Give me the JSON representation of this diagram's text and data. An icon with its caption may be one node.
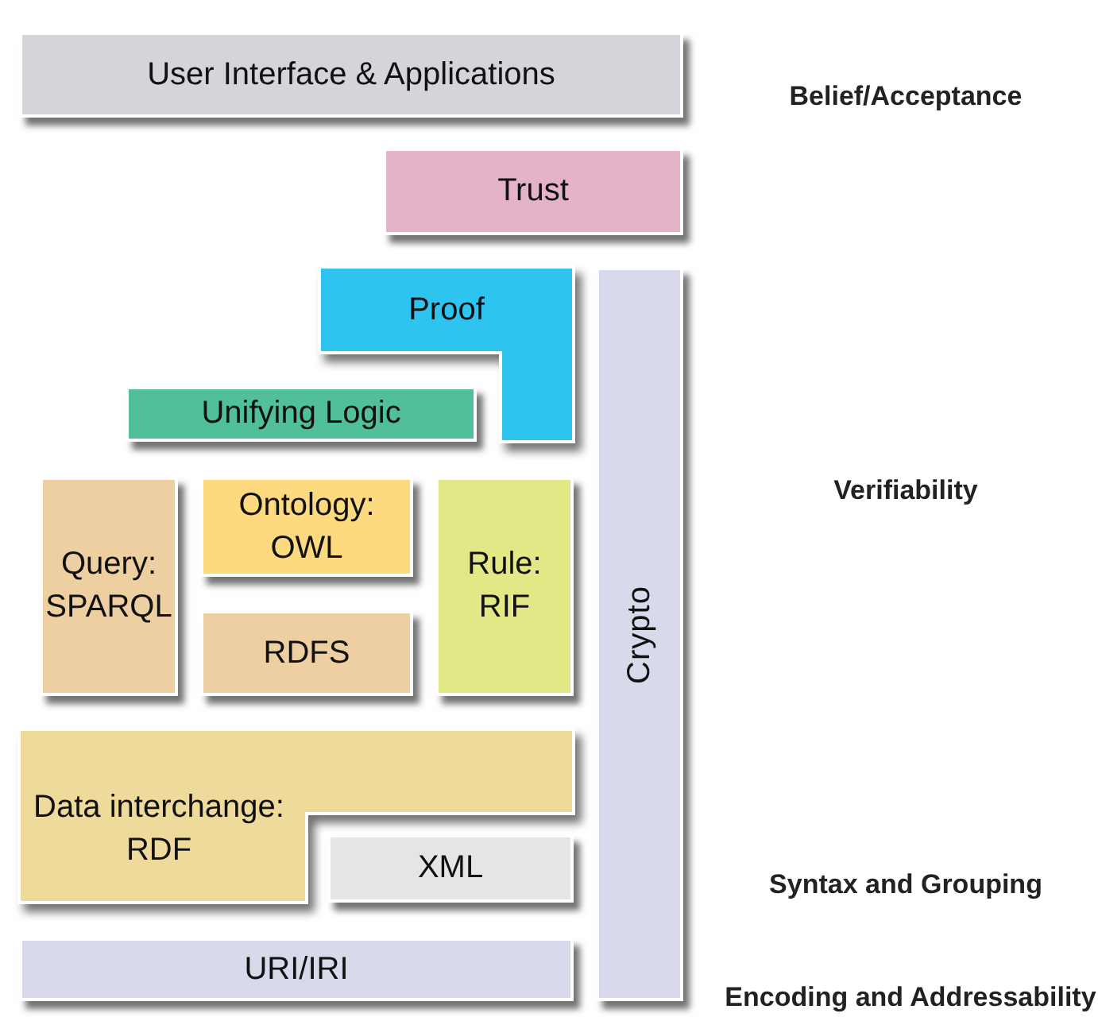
{
  "diagram": {
    "nodes": [
      {
        "text": [
          "User Interface & Applications"
        ]
      },
      {
        "text": [
          "Trust"
        ]
      },
      {
        "text": [
          "Proof"
        ]
      },
      {
        "text": [
          "Unifying Logic"
        ]
      },
      {
        "text": [
          "Query: SPARQL"
        ]
      },
      {
        "text": [
          "Ontology: OWL"
        ]
      },
      {
        "text": [
          "Rule: RIF"
        ]
      },
      {
        "text": [
          "RDFS"
        ]
      },
      {
        "text": [
          "Crypto"
        ]
      },
      {
        "text": [
          "Data interchange: RDF"
        ]
      },
      {
        "text": [
          "XML"
        ]
      },
      {
        "text": [
          "URI/IRI"
        ]
      }
    ],
    "labels": [
      "Belief/Acceptance",
      "Verifiability",
      "Syntax and Grouping",
      "Encoding and Addressability"
    ]
  }
}
